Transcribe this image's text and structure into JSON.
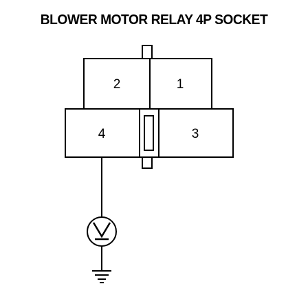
{
  "title": "BLOWER MOTOR RELAY 4P SOCKET",
  "terminals": {
    "t1": "1",
    "t2": "2",
    "t3": "3",
    "t4": "4"
  },
  "icons": {
    "voltmeter": "voltmeter-icon",
    "ground": "ground-icon"
  },
  "colors": {
    "line": "#000000",
    "background": "#ffffff"
  }
}
